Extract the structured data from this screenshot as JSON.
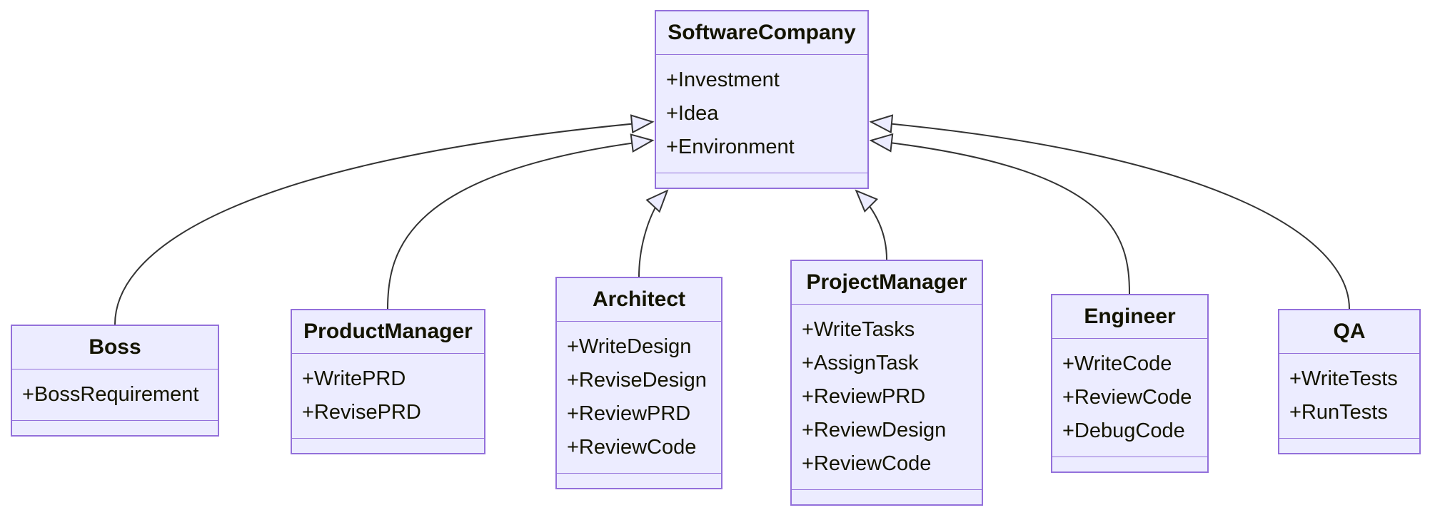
{
  "diagram": {
    "type": "uml-class-diagram",
    "colors": {
      "node_fill": "#ECECFF",
      "node_border": "#9370DB",
      "edge_line": "#333333",
      "arrowhead_fill": "#ECECFF",
      "text": "#131300",
      "background": "#ffffff"
    },
    "classes": [
      {
        "name": "SoftwareCompany",
        "attributes": [
          "+Investment",
          "+Idea",
          "+Environment"
        ]
      },
      {
        "name": "Boss",
        "attributes": [
          "+BossRequirement"
        ]
      },
      {
        "name": "ProductManager",
        "attributes": [
          "+WritePRD",
          "+RevisePRD"
        ]
      },
      {
        "name": "Architect",
        "attributes": [
          "+WriteDesign",
          "+ReviseDesign",
          "+ReviewPRD",
          "+ReviewCode"
        ]
      },
      {
        "name": "ProjectManager",
        "attributes": [
          "+WriteTasks",
          "+AssignTask",
          "+ReviewPRD",
          "+ReviewDesign",
          "+ReviewCode"
        ]
      },
      {
        "name": "Engineer",
        "attributes": [
          "+WriteCode",
          "+ReviewCode",
          "+DebugCode"
        ]
      },
      {
        "name": "QA",
        "attributes": [
          "+WriteTests",
          "+RunTests"
        ]
      }
    ],
    "relations": [
      {
        "from": "Boss",
        "to": "SoftwareCompany",
        "type": "inheritance"
      },
      {
        "from": "ProductManager",
        "to": "SoftwareCompany",
        "type": "inheritance"
      },
      {
        "from": "Architect",
        "to": "SoftwareCompany",
        "type": "inheritance"
      },
      {
        "from": "ProjectManager",
        "to": "SoftwareCompany",
        "type": "inheritance"
      },
      {
        "from": "Engineer",
        "to": "SoftwareCompany",
        "type": "inheritance"
      },
      {
        "from": "QA",
        "to": "SoftwareCompany",
        "type": "inheritance"
      }
    ]
  }
}
